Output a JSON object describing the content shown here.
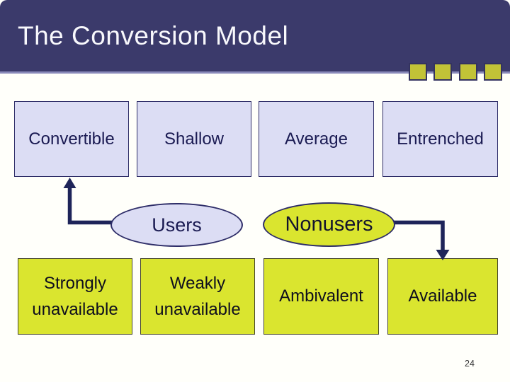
{
  "slide": {
    "title": "The Conversion Model",
    "page_number": "24"
  },
  "colors": {
    "header_bg": "#3B3A6B",
    "header_underline": "#8A8ABA",
    "body_bg": "#FFFFFA",
    "title_text": "#F8F8FC",
    "lavender_fill": "#DCDDF4",
    "lavender_border": "#2E2D68",
    "lavender_text": "#1A1A52",
    "chartreuse_fill": "#DAE52F",
    "chartreuse_border": "#45452B",
    "chartreuse_text": "#0E0E1E",
    "arrow": "#1E2459",
    "square_fill": "#C2C337",
    "square_border": "#343360"
  },
  "diagram": {
    "top_row": [
      {
        "label": "Convertible"
      },
      {
        "label": "Shallow"
      },
      {
        "label": "Average"
      },
      {
        "label": "Entrenched"
      }
    ],
    "ellipses": [
      {
        "label": "Users"
      },
      {
        "label": "Nonusers"
      }
    ],
    "bottom_row": [
      {
        "label": "Strongly unavailable",
        "line1": "Strongly",
        "line2": "unavailable"
      },
      {
        "label": "Weakly unavailable",
        "line1": "Weakly",
        "line2": "unavailable"
      },
      {
        "label": "Ambivalent"
      },
      {
        "label": "Available"
      }
    ],
    "arrows": [
      {
        "name": "users-to-convertible",
        "from": "Users",
        "to": "Convertible",
        "direction": "up"
      },
      {
        "name": "nonusers-to-available",
        "from": "Nonusers",
        "to": "Available",
        "direction": "down"
      }
    ]
  },
  "decorations": {
    "header_squares_count": 4
  }
}
